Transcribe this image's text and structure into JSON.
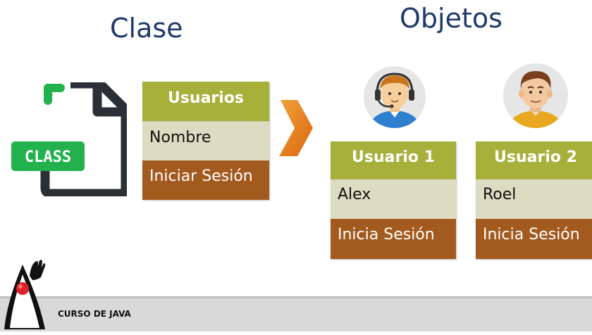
{
  "headings": {
    "clase": "Clase",
    "objetos": "Objetos"
  },
  "file_icon": {
    "name": "class-file-icon",
    "badge_text": "CLASS",
    "badge_color": "#22b14c",
    "outline_color": "#2b2f36"
  },
  "class_card": {
    "header": "Usuarios",
    "attribute": "Nombre",
    "method": "Iniciar Sesión"
  },
  "arrow": {
    "name": "chevron-right-icon",
    "color": "#e8731a"
  },
  "objects": [
    {
      "header": "Usuario 1",
      "attribute": "Alex",
      "method": "Inicia Sesión",
      "avatar": "headset-operator-avatar"
    },
    {
      "header": "Usuario 2",
      "attribute": "Roel",
      "method": "Inicia Sesión",
      "avatar": "man-avatar"
    }
  ],
  "colors": {
    "header": "#a6b03a",
    "attribute_row": "#dcdcc2",
    "method_row": "#a35a1e",
    "title_text": "#1f3a6b"
  },
  "footer": {
    "course_label": "CURSO DE JAVA",
    "mascot": "java-duke-icon"
  }
}
